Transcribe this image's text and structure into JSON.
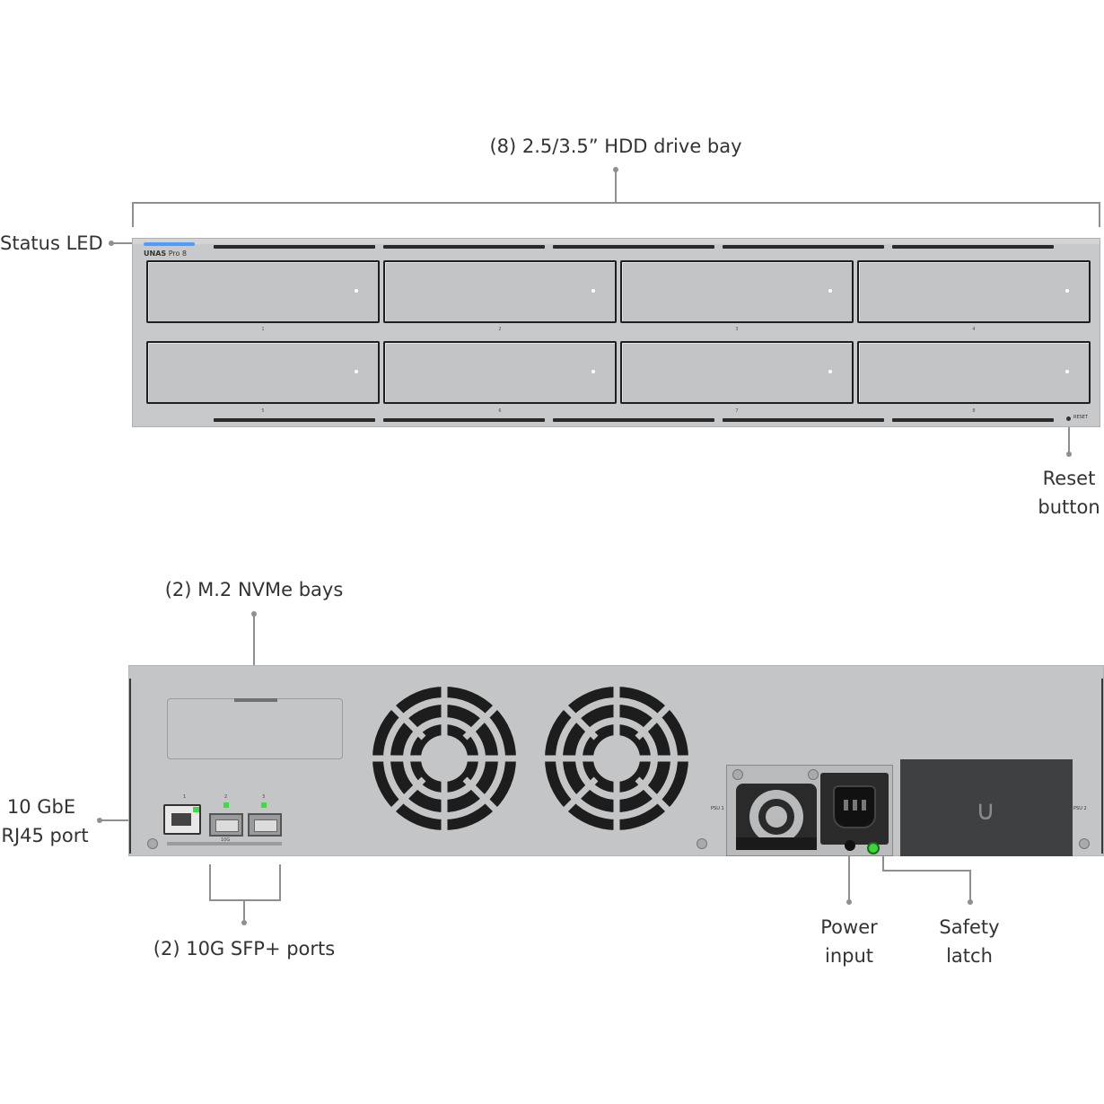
{
  "callouts": {
    "hdd_bay": "(8) 2.5/3.5” HDD drive bay",
    "status_led": "Status LED",
    "reset_line1": "Reset",
    "reset_line2": "button",
    "nvme": "(2) M.2 NVMe bays",
    "rj45_line1": "10 GbE",
    "rj45_line2": "RJ45 port",
    "sfp": "(2) 10G SFP+ ports",
    "power_line1": "Power",
    "power_line2": "input",
    "latch_line1": "Safety",
    "latch_line2": "latch"
  },
  "front": {
    "model_bold": "UNAS",
    "model_rest": " Pro 8",
    "bay_numbers": [
      "1",
      "2",
      "3",
      "4",
      "5",
      "6",
      "7",
      "8"
    ],
    "reset_label": "RESET",
    "status_led_color": "#4f9bff"
  },
  "rear": {
    "port_numbers": [
      "1",
      "2",
      "3"
    ],
    "port_bar_label": "10G",
    "psu1_label": "PSU 1",
    "psu2_label": "PSU 2",
    "link_led_color": "#3fdc3f",
    "icons": [
      "fan-icon",
      "power-outlet-icon",
      "ubiquiti-logo-icon"
    ]
  }
}
